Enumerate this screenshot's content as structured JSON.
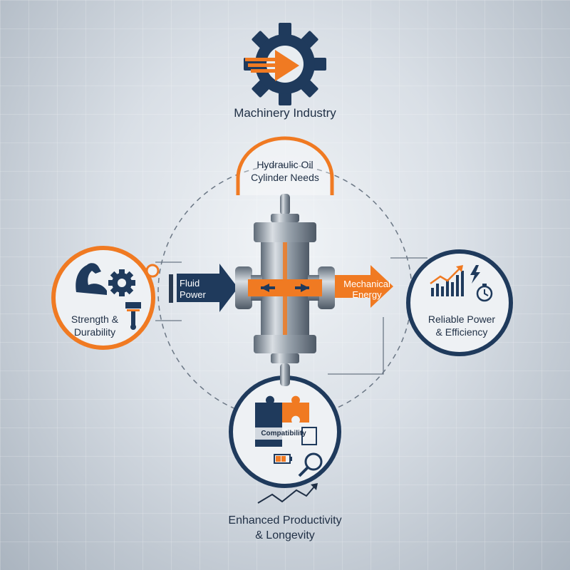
{
  "title": "Machinery Industry",
  "center": {
    "label_line1": "Hydraulic Oil",
    "label_line2": "Cylinder Needs"
  },
  "left_node": {
    "label_line1": "Strength &",
    "label_line2": "Durability"
  },
  "right_node": {
    "label_line1": "Reliable Power",
    "label_line2": "& Efficiency"
  },
  "input_arrow": {
    "label_line1": "Fluid",
    "label_line2": "Power"
  },
  "output_arrow": {
    "label_line1": "Mechanical",
    "label_line2": "Energy"
  },
  "bottom_node": {
    "badge": "Compatibility",
    "label_line1": "Enhanced Productivity",
    "label_line2": "& Longevity"
  },
  "colors": {
    "navy": "#1f3a5c",
    "orange": "#f07a22",
    "steel": "#8c96a3"
  },
  "icons": [
    "gear-arrow-icon",
    "flexed-arm-icon",
    "gear-icon",
    "piston-icon",
    "growth-chart-icon",
    "lightning-icon",
    "stopwatch-icon",
    "puzzle-icon",
    "battery-icon",
    "magnifier-icon",
    "trend-line-icon"
  ]
}
